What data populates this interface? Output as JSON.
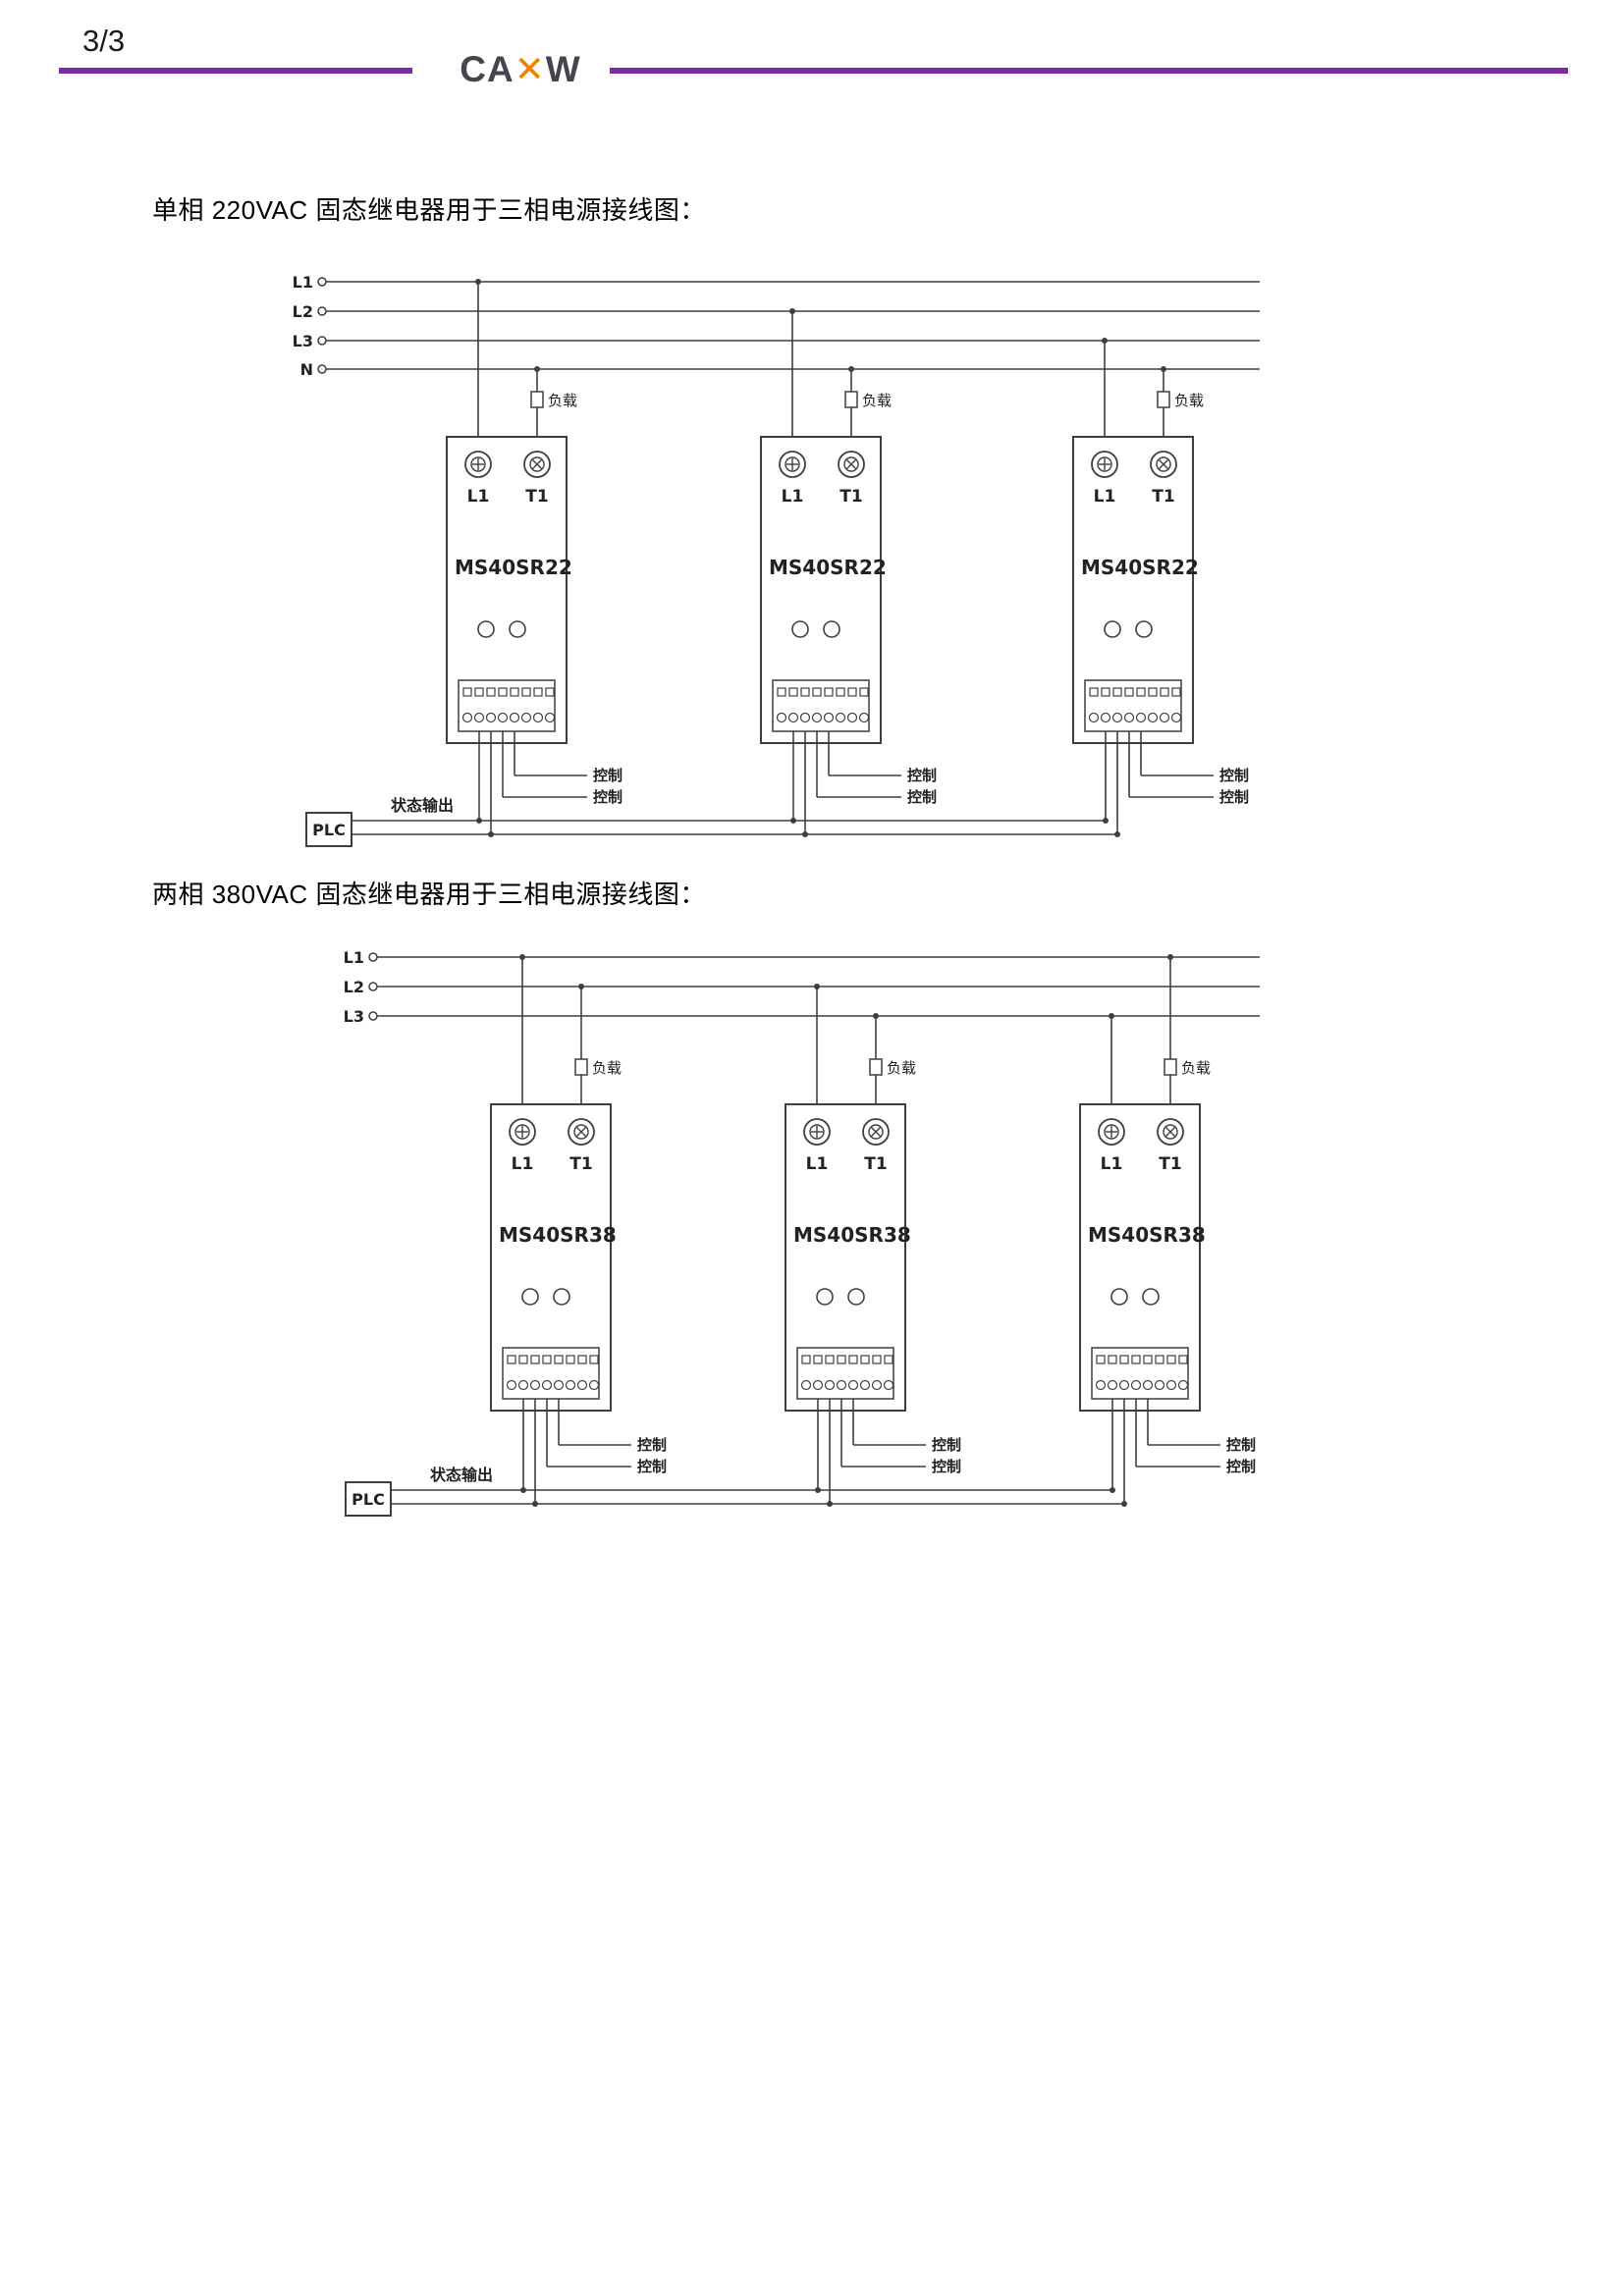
{
  "page": {
    "number": "3/3"
  },
  "header": {
    "logo_text": [
      "CA",
      "✕",
      "W"
    ]
  },
  "theme": {
    "rule_purple": "#7d2ca5",
    "logo_orange": "#ef8200",
    "logo_dark": "#47434f",
    "diagram_line": "#3f3f3f"
  },
  "sections": [
    {
      "title": "单相 220VAC 固态继电器用于三相电源接线图：",
      "diagram": {
        "buses": [
          "L1",
          "L2",
          "L3",
          "N"
        ],
        "labels": {
          "load": "负载",
          "control": "控制",
          "status_output": "状态输出",
          "plc": "PLC"
        },
        "modules": [
          {
            "model": "MS40SR22",
            "terminals": [
              "L1",
              "T1"
            ],
            "phase": "L1",
            "load_to": "N"
          },
          {
            "model": "MS40SR22",
            "terminals": [
              "L1",
              "T1"
            ],
            "phase": "L2",
            "load_to": "N"
          },
          {
            "model": "MS40SR22",
            "terminals": [
              "L1",
              "T1"
            ],
            "phase": "L3",
            "load_to": "N"
          }
        ]
      }
    },
    {
      "title": "两相 380VAC 固态继电器用于三相电源接线图：",
      "diagram": {
        "buses": [
          "L1",
          "L2",
          "L3"
        ],
        "labels": {
          "load": "负载",
          "control": "控制",
          "status_output": "状态输出",
          "plc": "PLC"
        },
        "modules": [
          {
            "model": "MS40SR38",
            "terminals": [
              "L1",
              "T1"
            ],
            "phase": "L1",
            "load_to": "L2"
          },
          {
            "model": "MS40SR38",
            "terminals": [
              "L1",
              "T1"
            ],
            "phase": "L2",
            "load_to": "L3"
          },
          {
            "model": "MS40SR38",
            "terminals": [
              "L1",
              "T1"
            ],
            "phase": "L3",
            "load_to": "L1"
          }
        ]
      }
    }
  ]
}
